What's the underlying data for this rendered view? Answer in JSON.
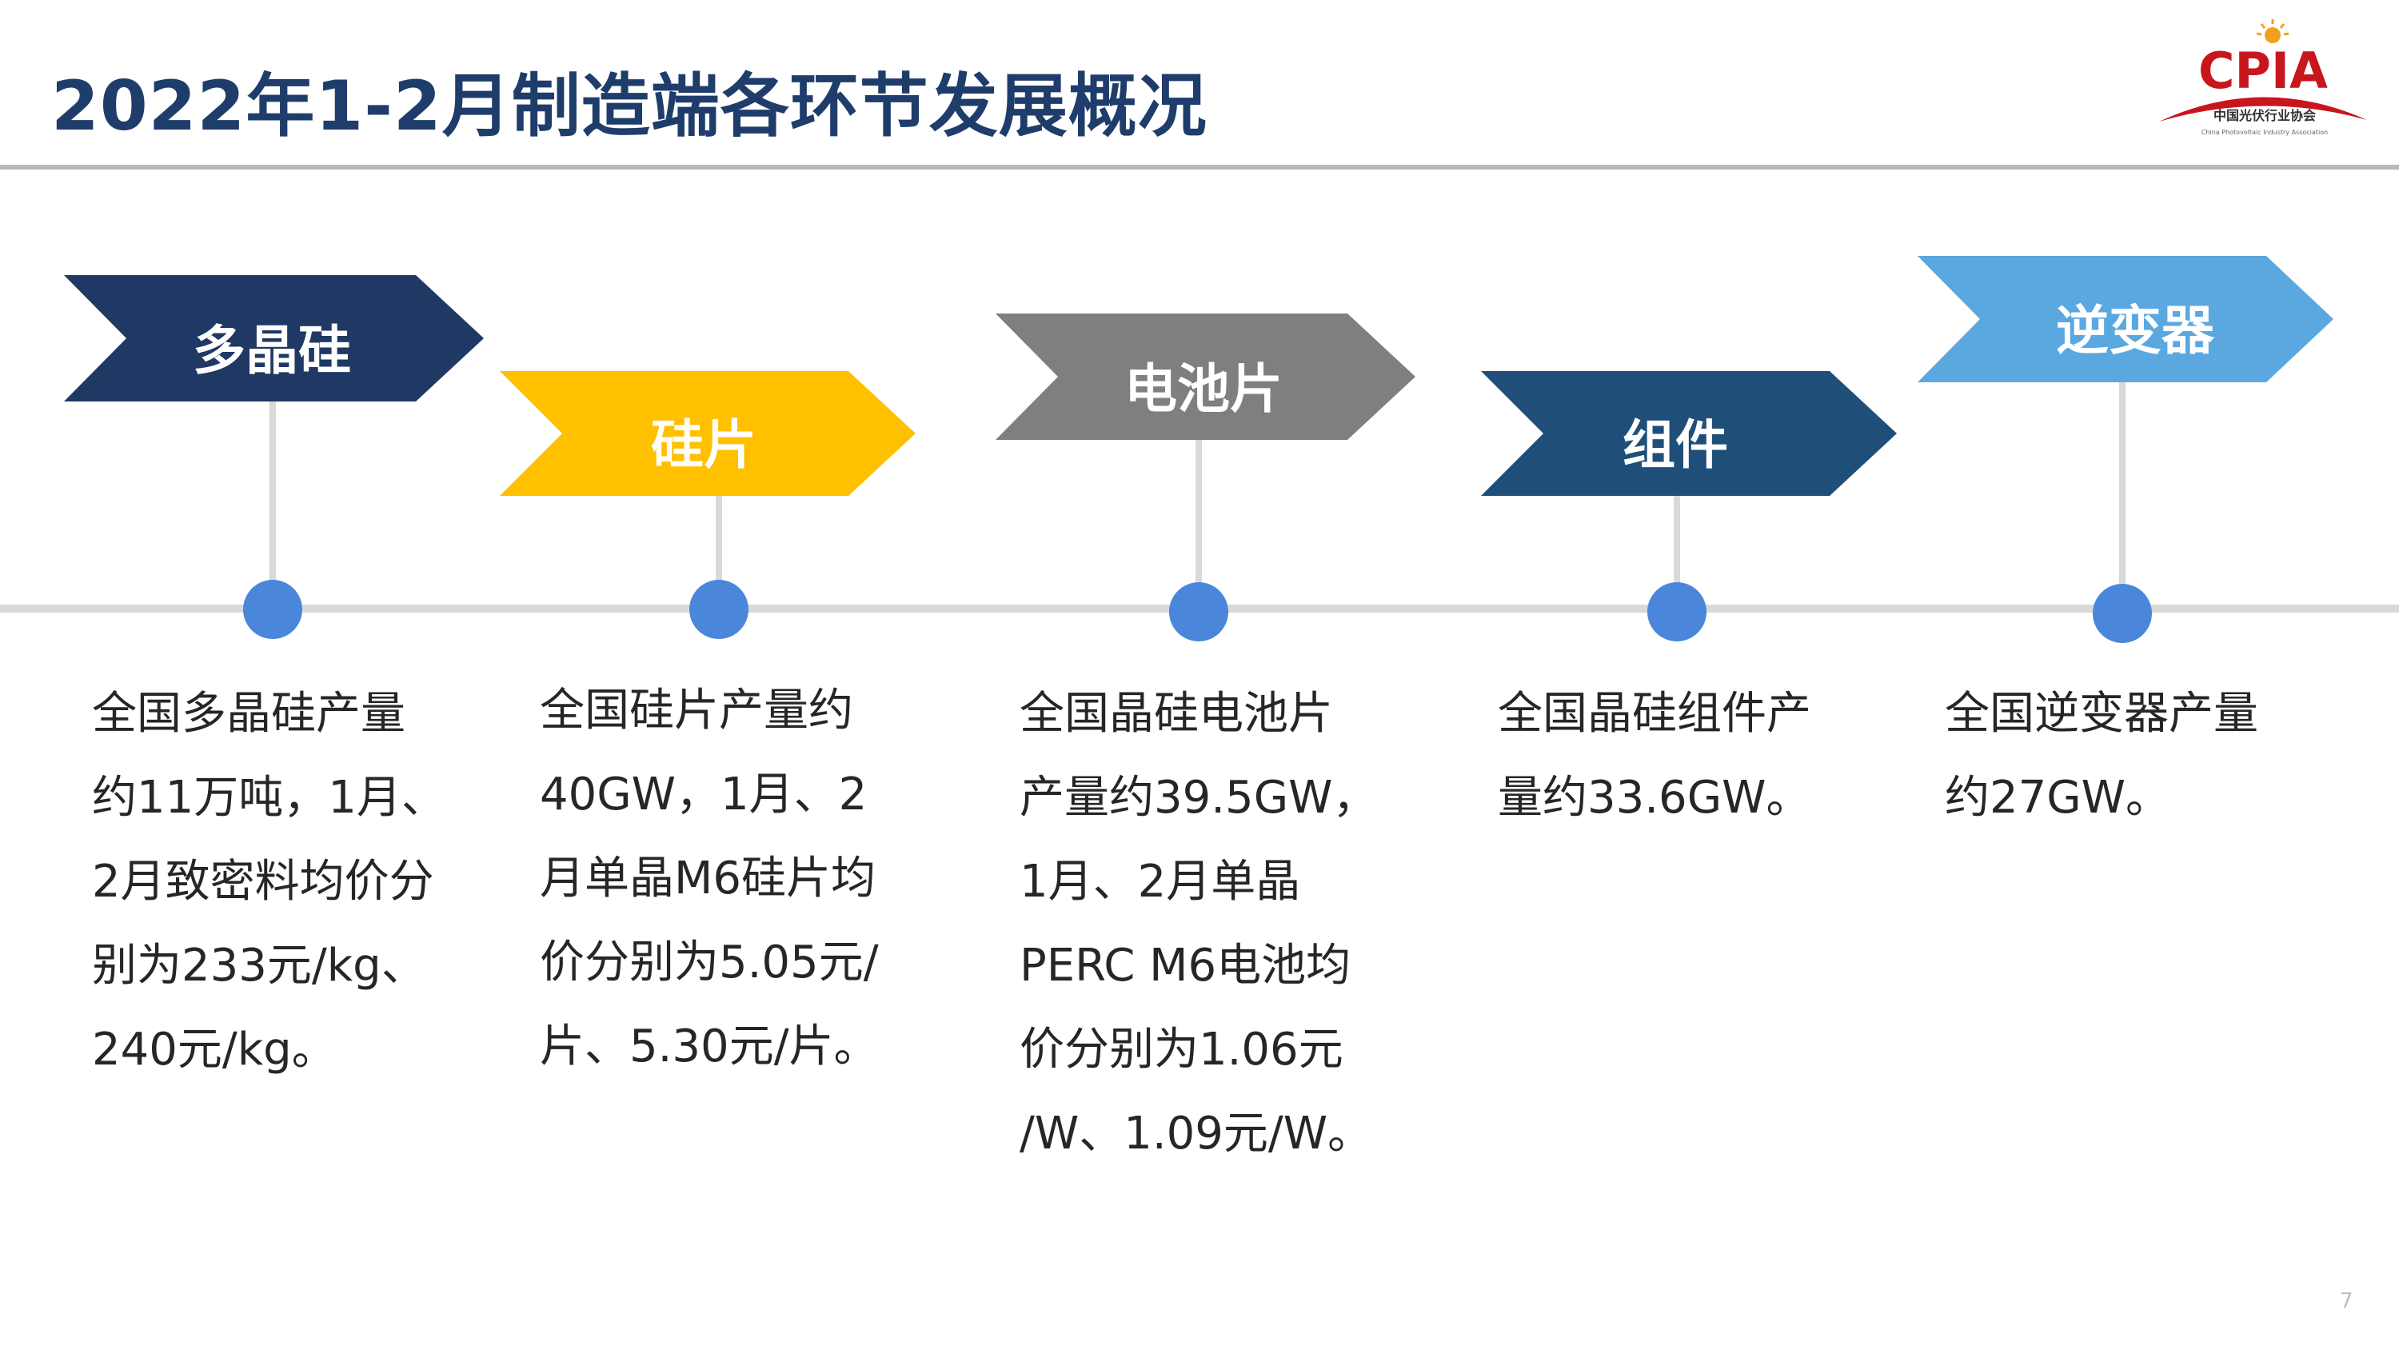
{
  "slide": {
    "title": "2022年1-2月制造端各环节发展概况",
    "page_number": "7"
  },
  "logo": {
    "text": "CPIA",
    "subtitle": "中国光伏行业协会",
    "tagline": "China Photovoltaic Industry Association",
    "color": "#c8161d"
  },
  "colors": {
    "polysilicon": "#1f3864",
    "wafer": "#ffc000",
    "cell": "#7f7f7f",
    "module": "#1f4e79",
    "inverter": "#5ba8e0",
    "dot": "#4a86d9",
    "line": "#d9d9d9"
  },
  "stages": [
    {
      "label": "多晶硅",
      "description": [
        "全国多晶硅产量",
        "约11万吨，1月、",
        "2月致密料均价分",
        "别为233元/kg、",
        "240元/kg。"
      ]
    },
    {
      "label": "硅片",
      "description": [
        "全国硅片产量约",
        "40GW，1月、2",
        "月单晶M6硅片均",
        "价分别为5.05元/",
        "片、5.30元/片。"
      ]
    },
    {
      "label": "电池片",
      "description": [
        "全国晶硅电池片",
        "产量约39.5GW，",
        "1月、2月单晶",
        "PERC M6电池均",
        "价分别为1.06元",
        "/W、1.09元/W。"
      ]
    },
    {
      "label": "组件",
      "description": [
        "全国晶硅组件产",
        "量约33.6GW。"
      ]
    },
    {
      "label": "逆变器",
      "description": [
        "全国逆变器产量",
        "约27GW。"
      ]
    }
  ]
}
